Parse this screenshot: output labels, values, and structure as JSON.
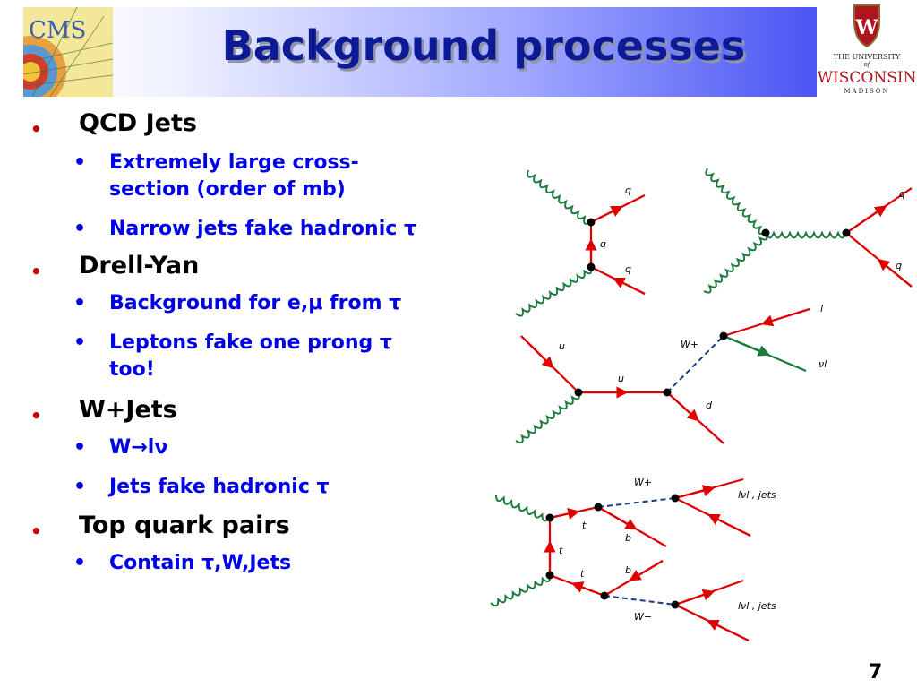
{
  "title": "Background processes",
  "logos": {
    "cms_text": "CMS",
    "uw_line1": "THE UNIVERSITY",
    "uw_line2": "of",
    "uw_line3": "WISCONSIN",
    "uw_line4": "MADISON"
  },
  "bullets": [
    {
      "label": "QCD Jets",
      "subs": [
        "Extremely large cross-section (order of mb)",
        "Narrow jets fake hadronic τ"
      ]
    },
    {
      "label": "Drell-Yan",
      "subs": [
        "Background for e,μ from τ",
        "Leptons fake one prong τ too!"
      ]
    },
    {
      "label": "W+Jets",
      "subs": [
        "W→lν",
        "Jets fake hadronic τ"
      ]
    },
    {
      "label": "Top quark pairs",
      "subs": [
        "Contain τ,W,Jets"
      ]
    }
  ],
  "diagram_labels": {
    "d1": {
      "q_top": "q",
      "q_mid": "q",
      "q_bot": "q"
    },
    "d2": {
      "q_top": "q",
      "q_bot": "q"
    },
    "d3": {
      "u_in": "u",
      "u_prop": "u",
      "w": "W+",
      "lep": "l",
      "nu": "νl",
      "d_out": "d"
    },
    "d4": {
      "w_plus": "W+",
      "w_minus": "W−",
      "t_top": "t",
      "t_mid": "t",
      "t_bot": "t",
      "b_top": "b",
      "b_bot": "b",
      "jets_top": "lνl , jets",
      "jets_bot": "lνl , jets"
    }
  },
  "page_number": "7",
  "colors": {
    "title": "#0d1a96",
    "bullet_main": "#cc0000",
    "sub_text": "#0000e6",
    "quark": "#e00000",
    "gluon": "#1a7a3a",
    "boson": "#1a3a8a"
  }
}
